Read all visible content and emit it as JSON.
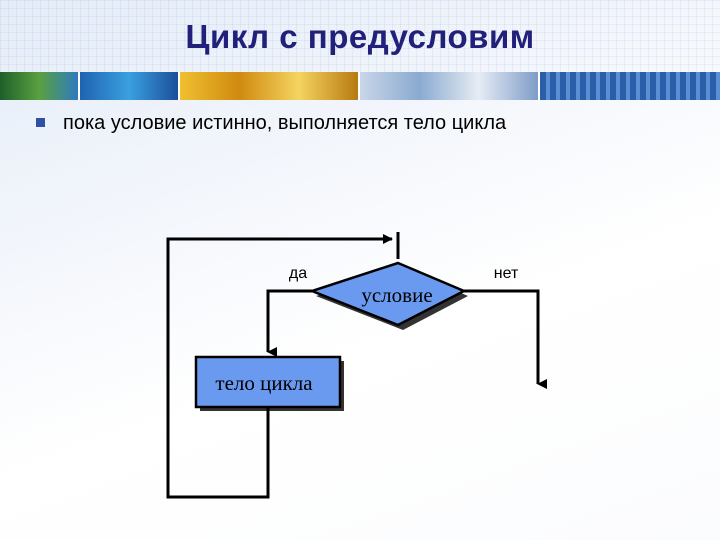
{
  "slide": {
    "title": "Цикл с предусловим",
    "bullet": "пока условие истинно, выполняется тело цикла"
  },
  "flowchart": {
    "condition_label": "условие",
    "body_label": "тело цикла",
    "yes_label": "да",
    "no_label": "нет"
  },
  "colors": {
    "title": "#21207a",
    "bullet": "#2f4fa8",
    "shape_fill": "#6a9af0",
    "line": "#000000"
  },
  "banner_colors": [
    "#3c8a3a",
    "#2b6fb8",
    "#e0a21c",
    "#4a86c8",
    "#2a5ea8",
    "#6ba2d8"
  ]
}
